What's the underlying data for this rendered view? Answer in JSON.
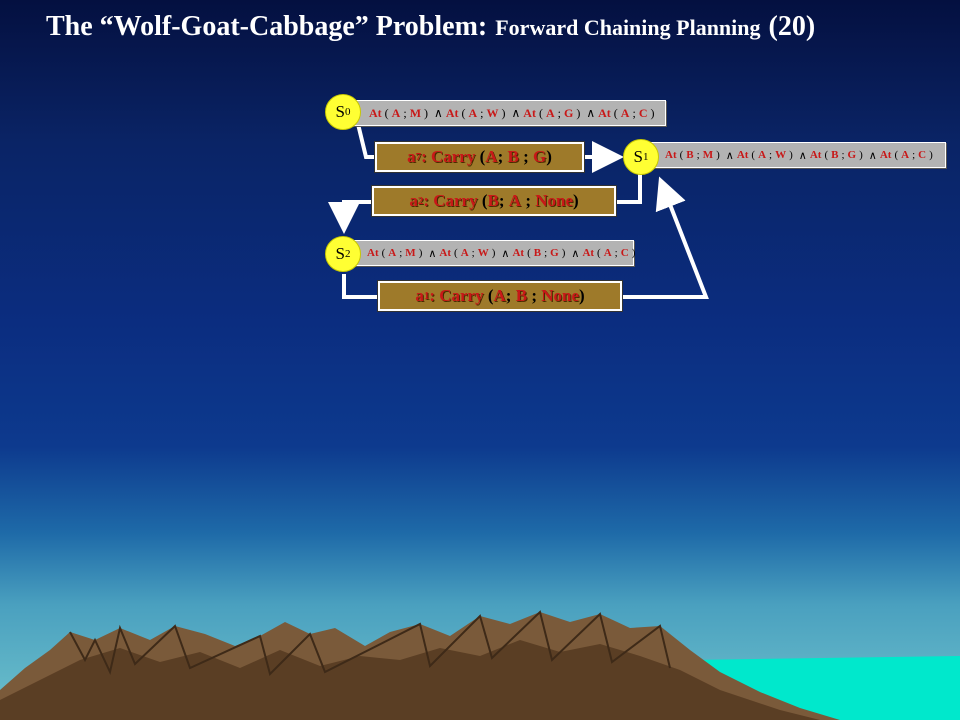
{
  "title": {
    "main": "The “Wolf-Goat-Cabbage” Problem:",
    "sub": "Forward Chaining Planning",
    "num": "(20)"
  },
  "states": [
    {
      "label": "S",
      "index": "0",
      "atoms": [
        {
          "pred": "At",
          "a": "A",
          "b": "M"
        },
        {
          "pred": "At",
          "a": "A",
          "b": "W"
        },
        {
          "pred": "At",
          "a": "A",
          "b": "G"
        },
        {
          "pred": "At",
          "a": "A",
          "b": "C"
        }
      ]
    },
    {
      "label": "S",
      "index": "1",
      "atoms": [
        {
          "pred": "At",
          "a": "B",
          "b": "M"
        },
        {
          "pred": "At",
          "a": "A",
          "b": "W"
        },
        {
          "pred": "At",
          "a": "B",
          "b": "G"
        },
        {
          "pred": "At",
          "a": "A",
          "b": "C"
        }
      ]
    },
    {
      "label": "S",
      "index": "2",
      "atoms": [
        {
          "pred": "At",
          "a": "A",
          "b": "M"
        },
        {
          "pred": "At",
          "a": "A",
          "b": "W"
        },
        {
          "pred": "At",
          "a": "B",
          "b": "G"
        },
        {
          "pred": "At",
          "a": "A",
          "b": "C"
        }
      ]
    }
  ],
  "operators": {
    "and": "∧",
    "open": "(",
    "close": ")",
    "sep": ";"
  },
  "actions": [
    {
      "name": "a",
      "index": "7",
      "verb": ": Carry",
      "p1": "A",
      "p2": "B",
      "p3": "G"
    },
    {
      "name": "a",
      "index": "2",
      "verb": ": Carry",
      "p1": "B",
      "p2": "A",
      "p3": "None"
    },
    {
      "name": "a",
      "index": "1",
      "verb": ": Carry",
      "p1": "A",
      "p2": "B",
      "p3": "None"
    }
  ],
  "colors": {
    "state_fill": "#ffff33",
    "action_fill": "#9e7a2a",
    "predicate_text": "#c81818",
    "state_bar": "#b3b3b3"
  }
}
